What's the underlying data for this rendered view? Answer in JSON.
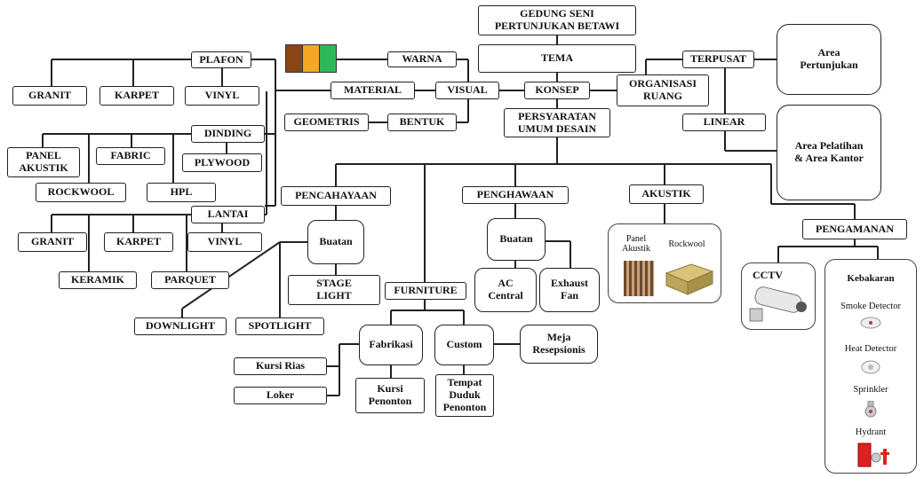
{
  "center": {
    "title": "GEDUNG SENI\nPERTUNJUKAN BETAWI",
    "tema": "TEMA",
    "konsep": "KONSEP",
    "persyaratan": "PERSYARATAN\nUMUM DESAIN",
    "visual": "VISUAL",
    "organisasi": "ORGANISASI\nRUANG"
  },
  "visual_branch": {
    "warna": "WARNA",
    "material": "MATERIAL",
    "bentuk": "BENTUK",
    "geometris": "GEOMETRIS",
    "swatch_colors": [
      "#8b4513",
      "#f5a623",
      "#2eb85c"
    ]
  },
  "material_branch": {
    "plafon": "PLAFON",
    "plafon_items": [
      "GRANIT",
      "KARPET",
      "VINYL"
    ],
    "dinding": "DINDING",
    "dinding_items": [
      "PANEL\nAKUSTIK",
      "FABRIC",
      "PLYWOOD",
      "ROCKWOOL",
      "HPL"
    ],
    "lantai": "LANTAI",
    "lantai_items": [
      "GRANIT",
      "KARPET",
      "VINYL",
      "KERAMIK",
      "PARQUET"
    ]
  },
  "organisasi_branch": {
    "terpusat": "TERPUSAT",
    "linear": "LINEAR",
    "area_pertunjukan": "Area\nPertunjukan",
    "area_pelatihan": "Area Pelatihan\n& Area Kantor"
  },
  "pencahayaan": {
    "title": "PENCAHAYAAN",
    "buatan": "Buatan",
    "stage_light": "STAGE\nLIGHT",
    "downlight": "DOWNLIGHT",
    "spotlight": "SPOTLIGHT"
  },
  "penghawaan": {
    "title": "PENGHAWAAN",
    "buatan": "Buatan",
    "ac_central": "AC\nCentral",
    "exhaust_fan": "Exhaust\nFan"
  },
  "akustik": {
    "title": "AKUSTIK",
    "panel_akustik": "Panel\nAkustik",
    "rockwool": "Rockwool"
  },
  "pengamanan": {
    "title": "PENGAMANAN",
    "cctv": "CCTV",
    "kebakaran": "Kebakaran",
    "smoke_detector": "Smoke Detector",
    "heat_detector": "Heat Detector",
    "sprinkler": "Sprinkler",
    "hydrant": "Hydrant"
  },
  "furniture": {
    "title": "FURNITURE",
    "fabrikasi": "Fabrikasi",
    "custom": "Custom",
    "meja": "Meja\nResepsionis",
    "kursi_rias": "Kursi Rias",
    "loker": "Loker",
    "kursi_penonton": "Kursi\nPenonton",
    "tempat_duduk": "Tempat\nDuduk\nPenonton"
  }
}
